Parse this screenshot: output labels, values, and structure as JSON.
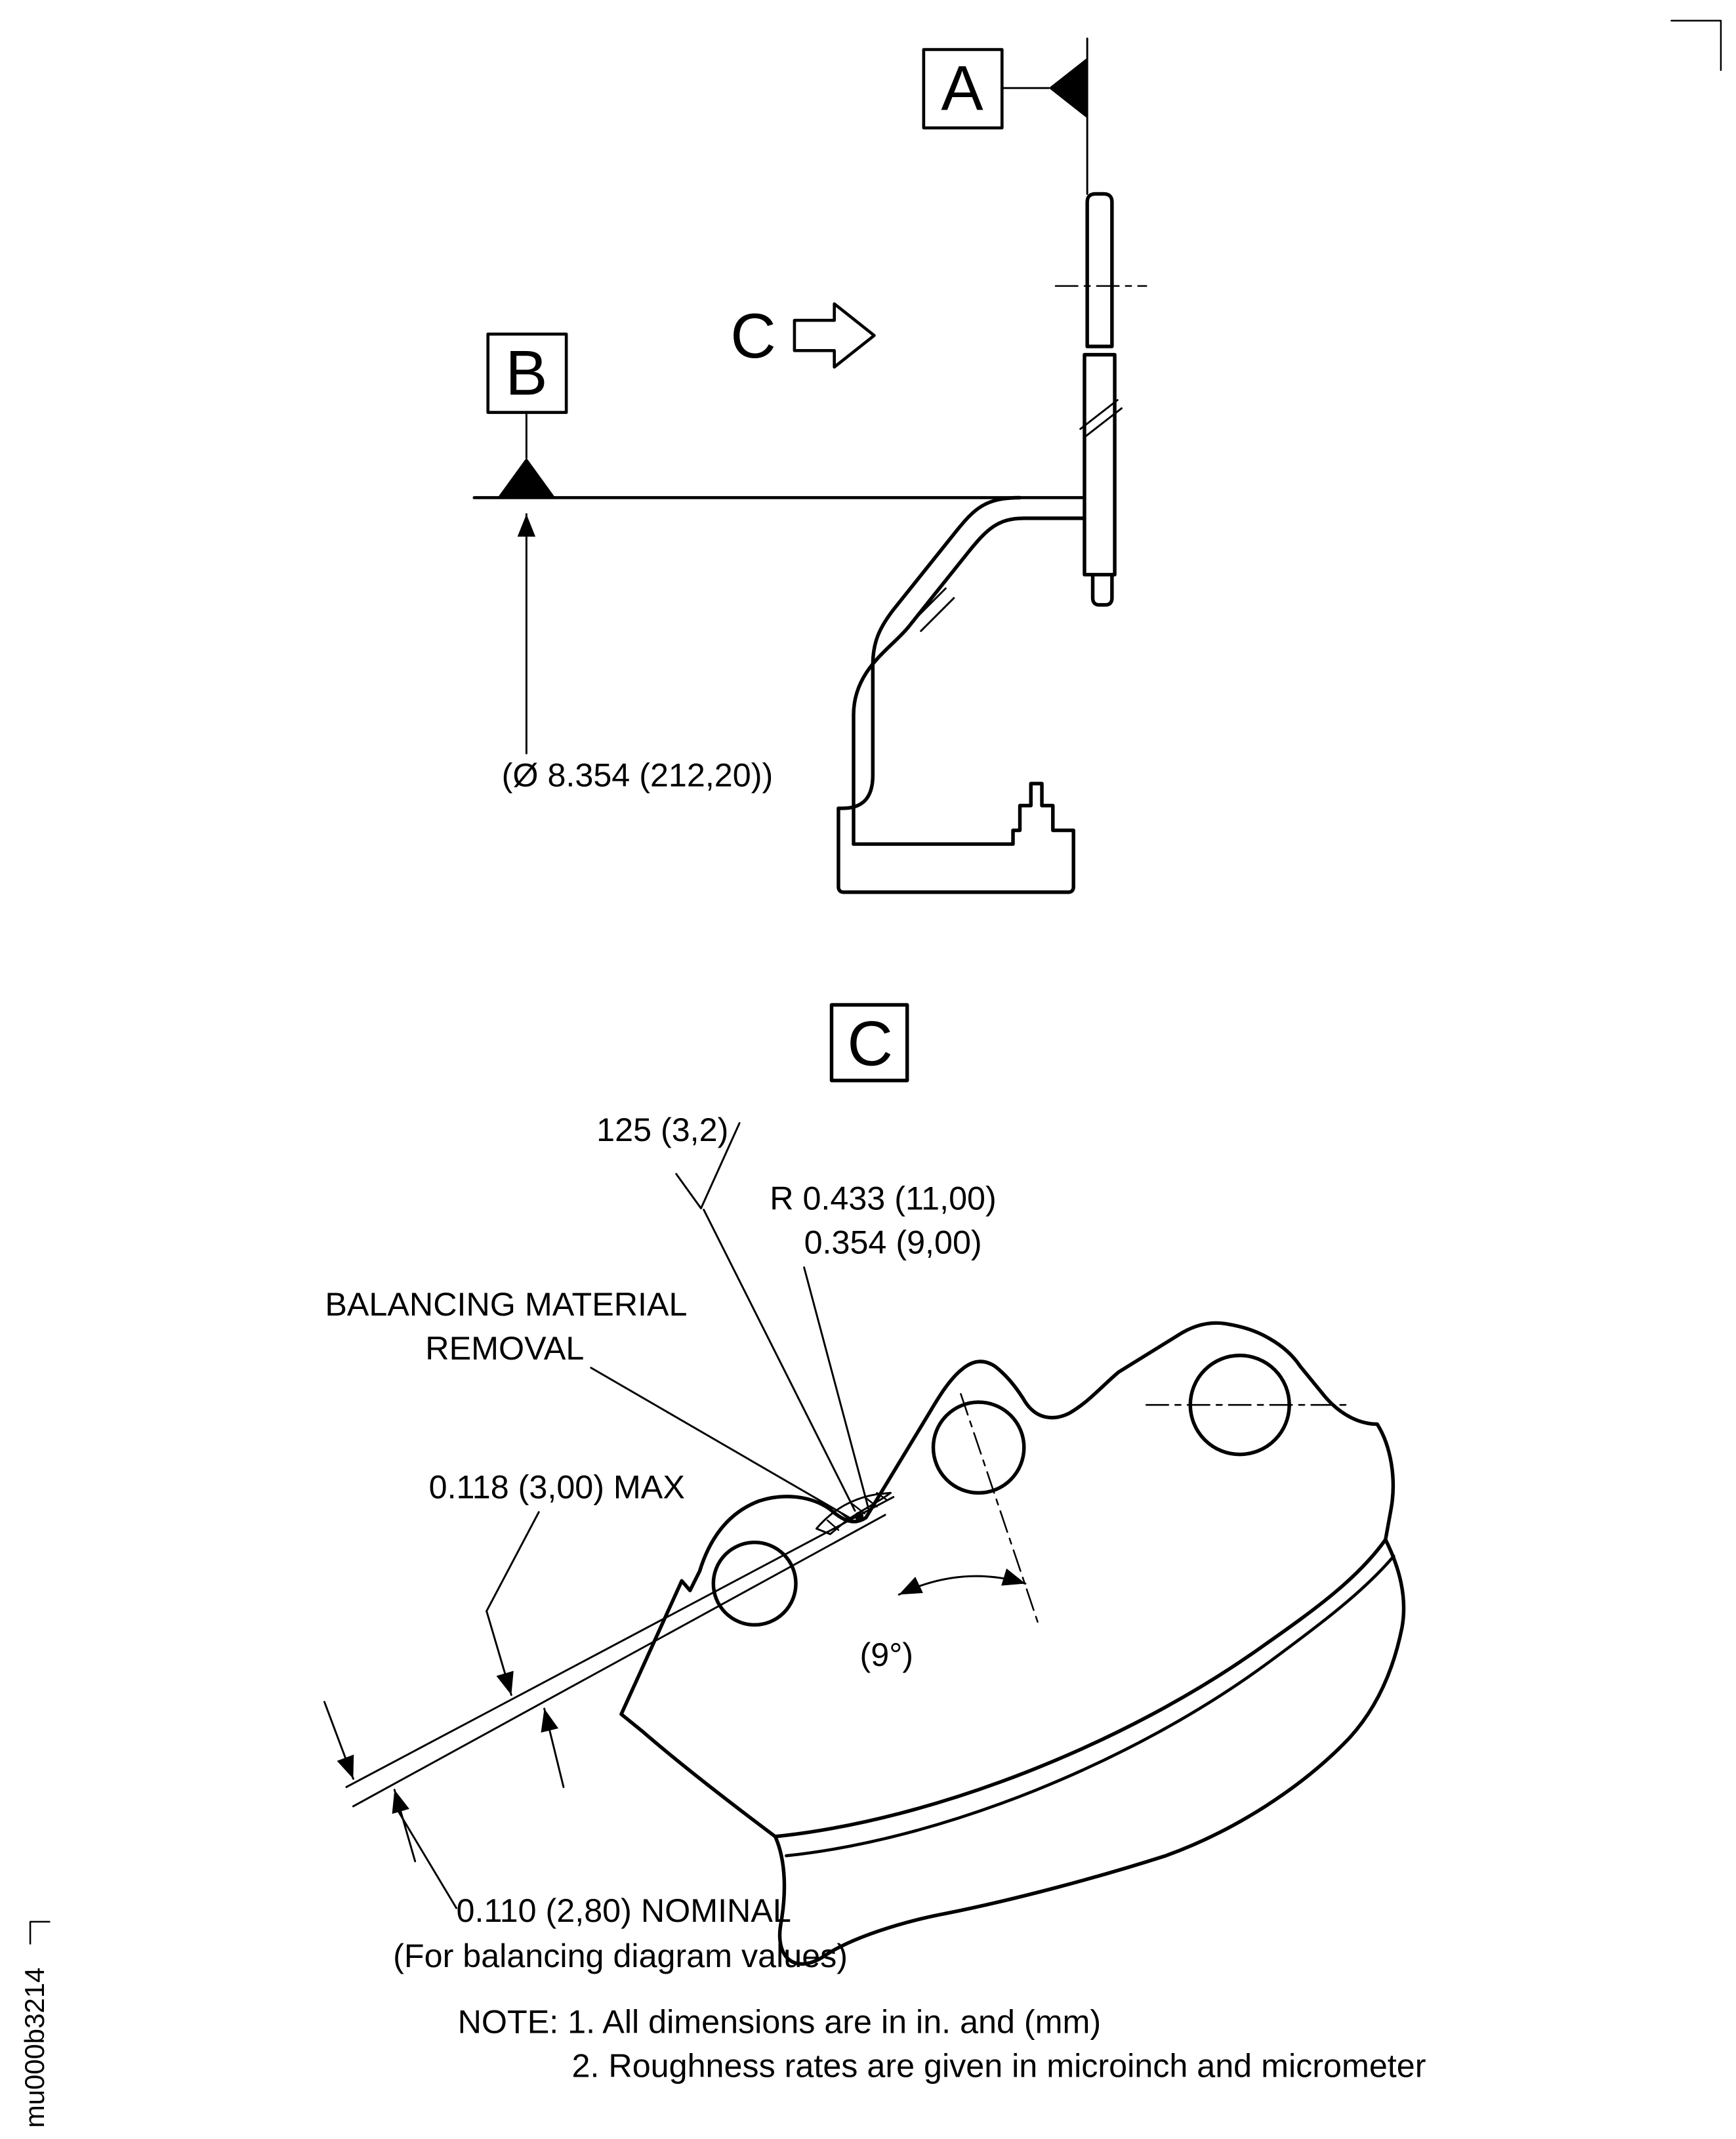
{
  "figure": {
    "id": "mu000b3214"
  },
  "side_view": {
    "datum_a": "A",
    "datum_b": "B",
    "view_direction_label": "C",
    "diameter_dimension": "(Ø 8.354 (212,20))"
  },
  "view_c": {
    "label": "C",
    "roughness": "125 (3,2)",
    "radius_dimension": "R 0.433 (11,00)",
    "depth_dimension": "0.354 (9,00)",
    "callout_line1": "BALANCING MATERIAL",
    "callout_line2": "REMOVAL",
    "max_depth_dimension": "0.118 (3,00) MAX",
    "angle_dimension": "(9°)",
    "nominal_dimension": "0.110 (2,80) NOMINAL",
    "nominal_note": "(For balancing diagram values)"
  },
  "notes": {
    "line1": "NOTE: 1. All dimensions are in in. and (mm)",
    "line2": "2. Roughness rates are given in microinch and micrometer"
  }
}
